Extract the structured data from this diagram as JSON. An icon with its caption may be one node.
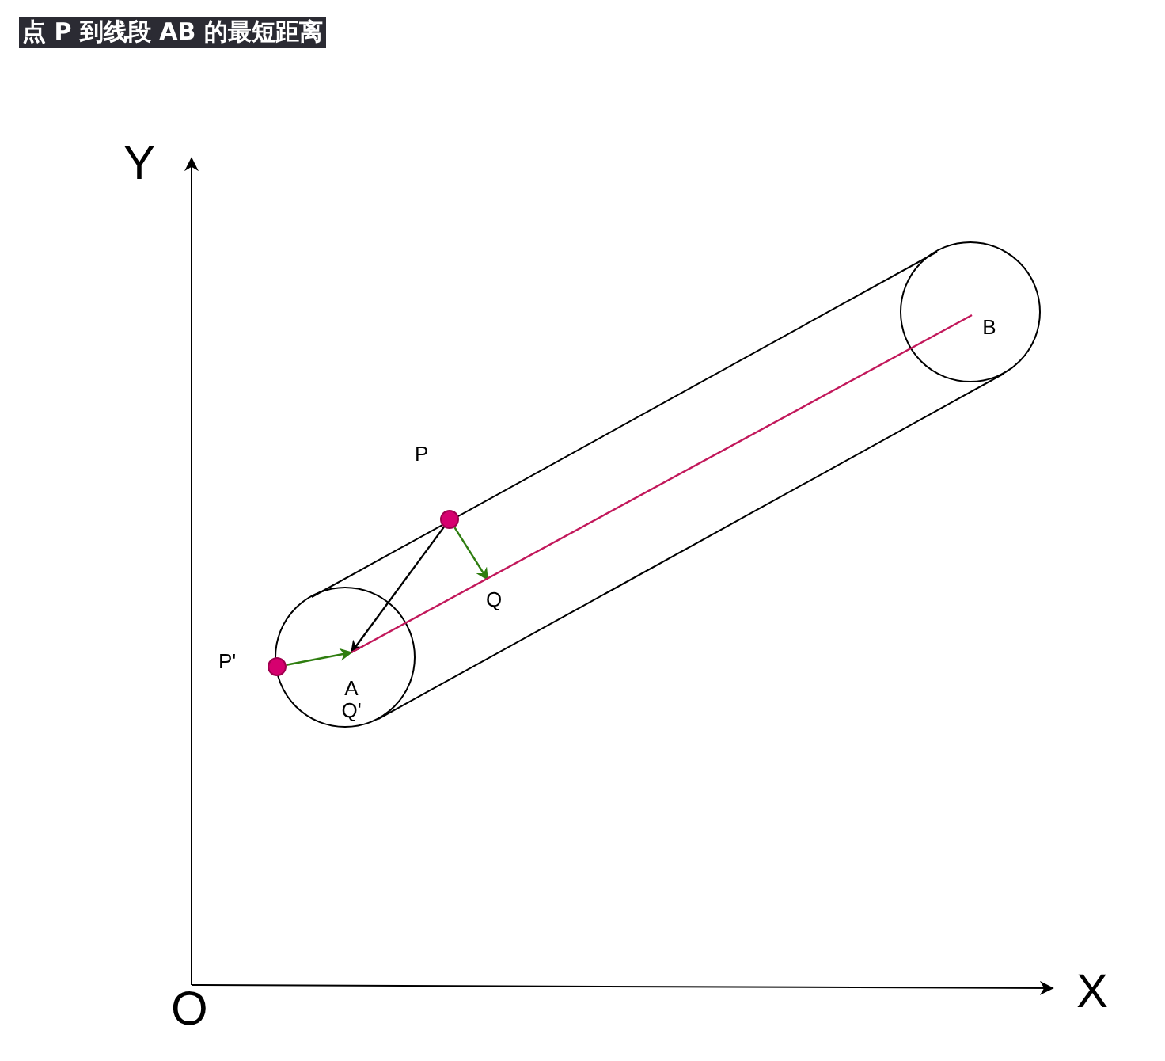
{
  "diagram": {
    "title": "点 P 到线段 AB 的最短距离",
    "nodes": [
      {
        "text": [],
        "shape": "circle",
        "beside": [
          "P"
        ]
      },
      {
        "text": [
          "Q"
        ]
      },
      {
        "text": [
          "A",
          "Q'"
        ]
      },
      {
        "text": [],
        "shape": "circle",
        "beside": [
          "P'"
        ]
      },
      {
        "text": [
          "B"
        ]
      }
    ],
    "edges": [
      {
        "from": 0,
        "to": 1,
        "arrow": "to",
        "color": "#2e7d0f"
      },
      {
        "from": 0,
        "to": 2,
        "arrow": "to",
        "color": "#000000"
      },
      {
        "from": 3,
        "to": 2,
        "arrow": "to",
        "color": "#2e7d0f"
      },
      {
        "from": 2,
        "to": 4,
        "arrow": "none",
        "color": "#c2185b"
      }
    ],
    "labels": [
      "Y",
      "X",
      "O"
    ]
  }
}
